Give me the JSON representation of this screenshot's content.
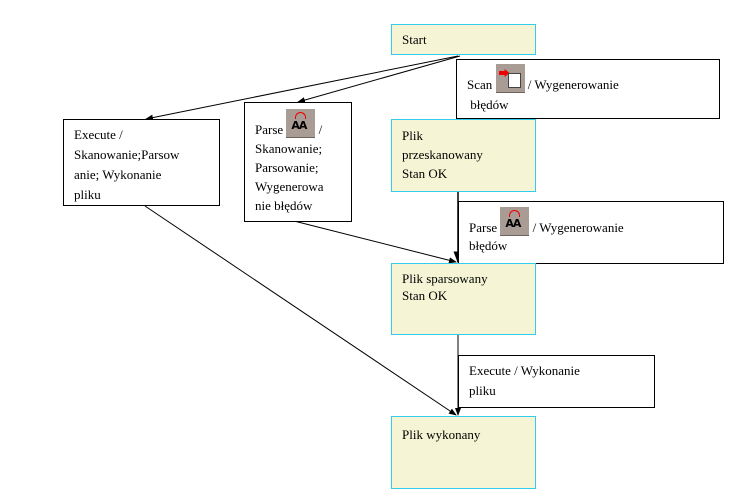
{
  "states": {
    "start": "Start",
    "scanned": [
      "Plik",
      "przeskanowany",
      "Stan OK"
    ],
    "parsed": [
      "Plik sparsowany",
      "Stan OK"
    ],
    "executed": "Plik wykonany"
  },
  "transitions": {
    "scan": {
      "event": "Scan",
      "action": "/ Wygenerowanie",
      "action2": "błędów",
      "icon": "scan-icon"
    },
    "execute_from_start": {
      "lines": [
        "Execute  /",
        "Skanowanie;Parsow",
        "anie; Wykonanie",
        "pliku"
      ]
    },
    "parse_from_start": {
      "event": "Parse",
      "slash": "/",
      "lines": [
        "Skanowanie;",
        "Parsowanie;",
        "Wygenerowa",
        "nie błędów"
      ],
      "icon": "parse-icon"
    },
    "parse": {
      "event": "Parse",
      "action": "/ Wygenerowanie",
      "action2": "błędów",
      "icon": "parse-icon"
    },
    "execute": {
      "lines": [
        "Execute  / Wykonanie",
        "pliku"
      ]
    }
  }
}
